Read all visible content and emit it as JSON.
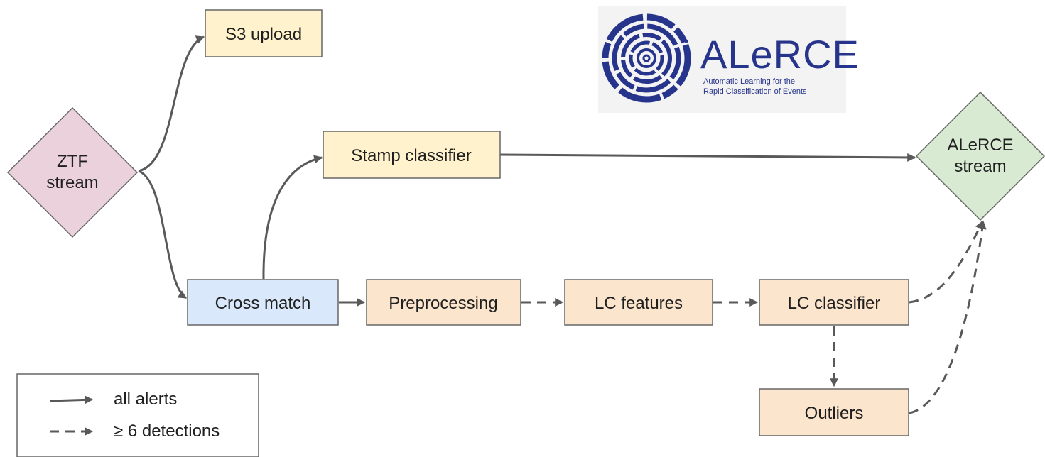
{
  "nodes": {
    "s3_upload": "S3 upload",
    "ztf_stream_line1": "ZTF",
    "ztf_stream_line2": "stream",
    "stamp_classifier": "Stamp classifier",
    "alerce_stream_line1": "ALeRCE",
    "alerce_stream_line2": "stream",
    "cross_match": "Cross match",
    "preprocessing": "Preprocessing",
    "lc_features": "LC features",
    "lc_classifier": "LC classifier",
    "outliers": "Outliers"
  },
  "logo": {
    "title": "ALeRCE",
    "subtitle_line1": "Automatic Learning for the",
    "subtitle_line2": "Rapid Classification of Events"
  },
  "legend": {
    "solid_label": "all alerts",
    "dashed_label": "≥ 6 detections"
  },
  "colors": {
    "start_node": "#ead1dc",
    "end_node": "#d9ead3",
    "stamp_nodes": "#fff2cc",
    "crossmatch_node": "#dae8fc",
    "lc_nodes": "#fce5cd",
    "logo_brand": "#27348b",
    "arrows": "#595959"
  }
}
